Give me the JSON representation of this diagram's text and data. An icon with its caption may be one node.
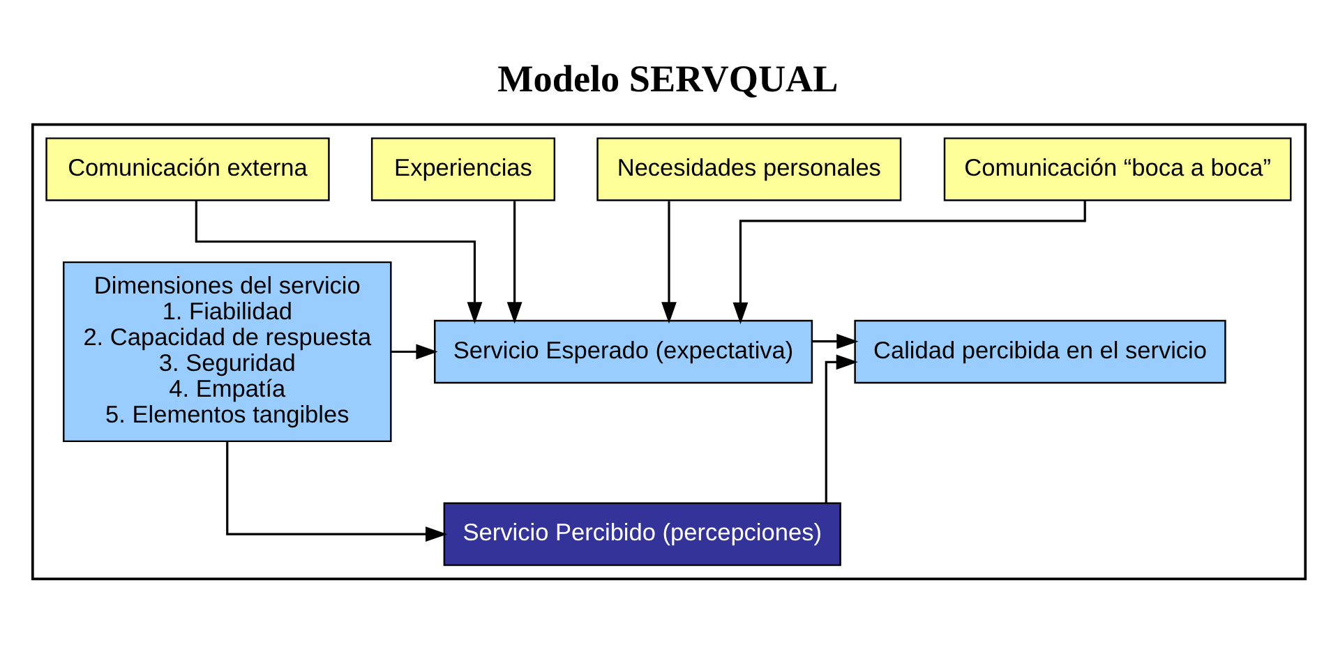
{
  "diagram": {
    "title": "Modelo SERVQUAL",
    "nodes": [
      {
        "text": [],
        "shape": "box"
      },
      {
        "text": [
          "Comunicación “boca a boca”"
        ],
        "in": 0
      },
      {
        "text": [
          "Necesidades personales"
        ],
        "in": 0
      },
      {
        "text": [
          "Experiencias"
        ],
        "in": 0
      },
      {
        "text": [
          "Comunicación externa"
        ],
        "in": 0
      },
      {
        "text": [
          "Dimensiones del servicio",
          "1. Fiabilidad",
          "2. Capacidad de respuesta",
          "3. Seguridad",
          "4. Empatía",
          "5. Elementos tangibles"
        ],
        "in": 0
      },
      {
        "text": [
          "Servicio Esperado (expectativa)"
        ],
        "in": 0
      },
      {
        "text": [
          "Servicio Percibido (percepciones)"
        ],
        "in": 0
      },
      {
        "text": [
          "Calidad percibida en el servicio"
        ],
        "in": 0
      }
    ],
    "edges": [
      {
        "from": 1,
        "to": 6,
        "arrow": "to"
      },
      {
        "from": 2,
        "to": 6,
        "arrow": "to"
      },
      {
        "from": 3,
        "to": 6,
        "arrow": "to"
      },
      {
        "from": 4,
        "to": 6,
        "arrow": "to"
      },
      {
        "from": 5,
        "to": 6,
        "arrow": "to"
      },
      {
        "from": 5,
        "to": 7,
        "arrow": "to"
      },
      {
        "from": 6,
        "to": 8,
        "arrow": "to"
      },
      {
        "from": 7,
        "to": 8,
        "arrow": "to"
      }
    ]
  }
}
